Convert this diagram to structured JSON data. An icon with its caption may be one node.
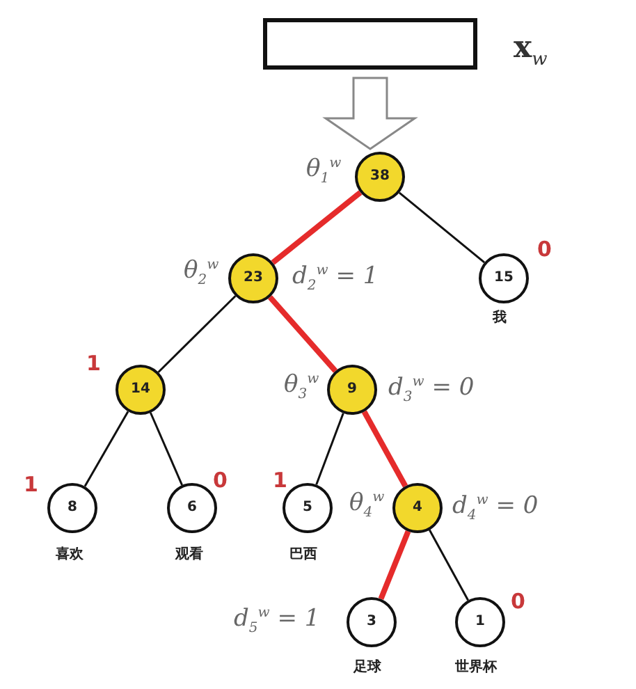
{
  "diagram": {
    "nodes": [
      {
        "text": [],
        "shape": "box",
        "beside": [
          "**x**$_{w}$"
        ]
      },
      {
        "text": [
          "38"
        ],
        "beside": [
          "θ$_{1}$$^{w}$"
        ]
      },
      {
        "text": [
          "23"
        ],
        "beside": [
          "θ$_{2}$$^{w}$",
          "d$_{2}$$^{w}$ = 1"
        ]
      },
      {
        "text": [
          "15"
        ],
        "beside": [
          "0",
          "我"
        ]
      },
      {
        "text": [
          "14"
        ],
        "beside": [
          "1"
        ]
      },
      {
        "text": [
          "9"
        ],
        "beside": [
          "θ$_{3}$$^{w}$",
          "d$_{3}$$^{w}$ = 0"
        ]
      },
      {
        "text": [
          "8"
        ],
        "beside": [
          "1",
          "喜欢"
        ]
      },
      {
        "text": [
          "6"
        ],
        "beside": [
          "0",
          "观看"
        ]
      },
      {
        "text": [
          "5"
        ],
        "beside": [
          "1",
          "巴西"
        ]
      },
      {
        "text": [
          "4"
        ],
        "beside": [
          "θ$_{4}$$^{w}$",
          "d$_{4}$$^{w}$ = 0"
        ]
      },
      {
        "text": [
          "3"
        ],
        "beside": [
          "d$_{5}$$^{w}$ = 1",
          "足球"
        ]
      },
      {
        "text": [
          "1"
        ],
        "beside": [
          "0",
          "世界杯"
        ]
      }
    ],
    "edges": [
      {
        "from": 0,
        "to": 1,
        "arrow": "to"
      },
      {
        "from": 1,
        "to": 2,
        "arrow": "none",
        "style": "thick",
        "color": "#e52b2b"
      },
      {
        "from": 1,
        "to": 3,
        "arrow": "none"
      },
      {
        "from": 2,
        "to": 4,
        "arrow": "none"
      },
      {
        "from": 2,
        "to": 5,
        "arrow": "none",
        "style": "thick",
        "color": "#e52b2b"
      },
      {
        "from": 4,
        "to": 6,
        "arrow": "none"
      },
      {
        "from": 4,
        "to": 7,
        "arrow": "none"
      },
      {
        "from": 5,
        "to": 8,
        "arrow": "none"
      },
      {
        "from": 5,
        "to": 9,
        "arrow": "none",
        "style": "thick",
        "color": "#e52b2b"
      },
      {
        "from": 9,
        "to": 10,
        "arrow": "none",
        "style": "thick",
        "color": "#e52b2b"
      },
      {
        "from": 9,
        "to": 11,
        "arrow": "none"
      }
    ]
  }
}
